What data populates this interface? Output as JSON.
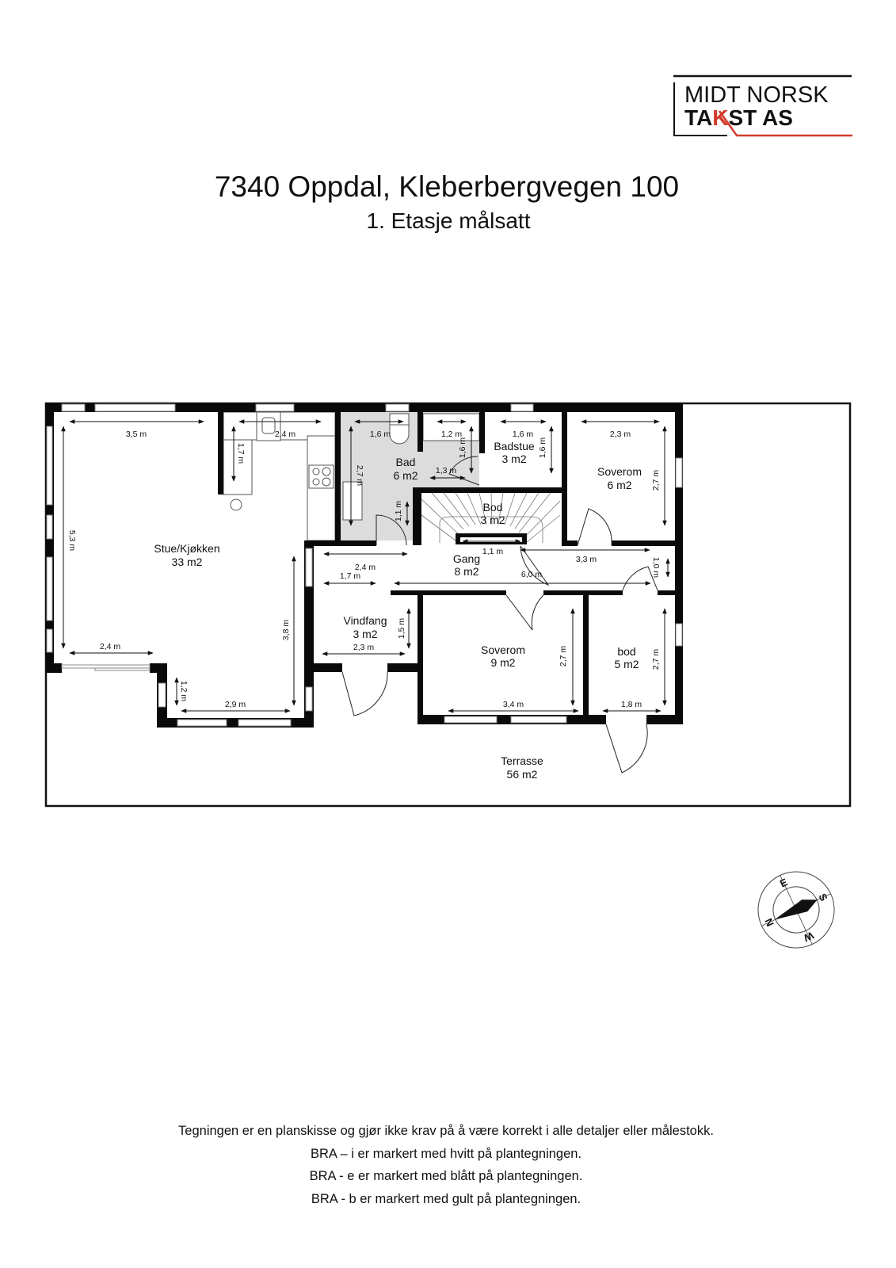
{
  "logo": {
    "line1": "MIDT NORSK",
    "line2_a": "TA",
    "line2_k": "K",
    "line2_b": "ST AS",
    "accent_color": "#d23b2b"
  },
  "header": {
    "title": "7340 Oppdal, Kleberbergvegen 100",
    "subtitle": "1. Etasje målsatt"
  },
  "colors": {
    "wall": "#0a0a0a",
    "bathroom_floor": "#dcdcdc"
  },
  "rooms": [
    {
      "name": "Stue/Kjøkken",
      "area": "33 m2"
    },
    {
      "name": "Bad",
      "area": "6 m2"
    },
    {
      "name": "Badstue",
      "area": "3 m2"
    },
    {
      "name": "Soverom",
      "area": "6 m2"
    },
    {
      "name": "Bod",
      "area": "3 m2"
    },
    {
      "name": "Gang",
      "area": "8 m2"
    },
    {
      "name": "Vindfang",
      "area": "3 m2"
    },
    {
      "name": "Soverom",
      "area": "9 m2"
    },
    {
      "name": "bod",
      "area": "5 m2"
    },
    {
      "name": "Terrasse",
      "area": "56 m2"
    }
  ],
  "dimensions": [
    "3,5 m",
    "2,4 m",
    "1,7 m",
    "1,6 m",
    "2,7 m",
    "1,3 m",
    "1,1 m",
    "1,2 m",
    "1,6 m",
    "1,6 m",
    "1,6 m",
    "2,3 m",
    "2,7 m",
    "5,3 m",
    "2,4 m",
    "3,8 m",
    "2,9 m",
    "1,2 m",
    "2,4 m",
    "1,7 m",
    "6,0 m",
    "2,3 m",
    "1,5 m",
    "1,1 m",
    "3,3 m",
    "1,0 m",
    "2,7 m",
    "3,4 m",
    "2,7 m",
    "1,8 m"
  ],
  "compass": {
    "n": "N",
    "e": "E",
    "s": "S",
    "w": "W"
  },
  "footer": [
    "Tegningen er en planskisse og gjør ikke krav på å være korrekt i alle detaljer eller målestokk.",
    "BRA – i er markert med hvitt på plantegningen.",
    "BRA - e er markert med blått på plantegningen.",
    "BRA - b er markert med gult på plantegningen."
  ]
}
